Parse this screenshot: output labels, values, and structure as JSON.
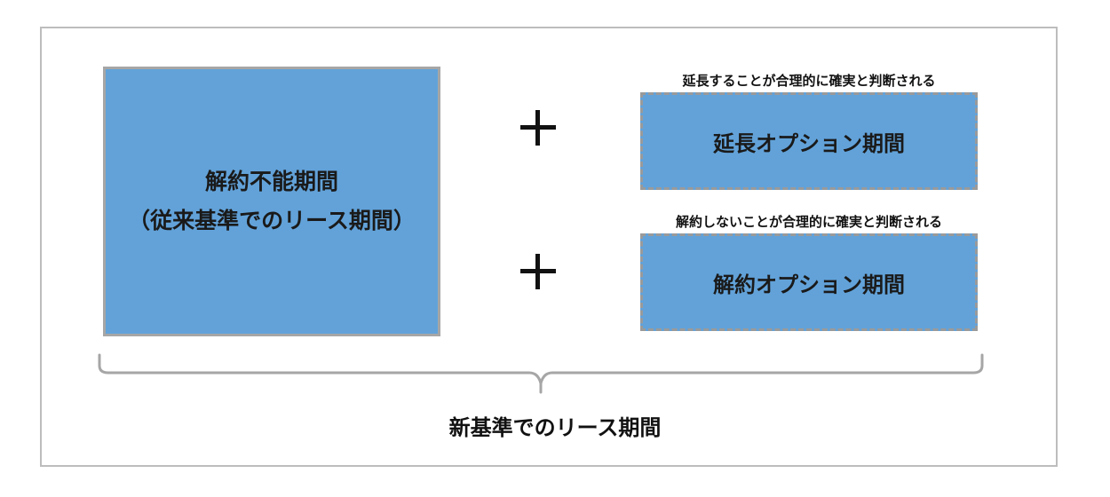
{
  "main_box": {
    "line1": "解約不能期間",
    "line2": "（従来基準でのリース期間）"
  },
  "extension_option": {
    "caption": "延長することが合理的に確実と判断される",
    "label": "延長オプション期間"
  },
  "cancellation_option": {
    "caption": "解約しないことが合理的に確実と判断される",
    "label": "解約オプション期間"
  },
  "total_label": "新基準でのリース期間",
  "colors": {
    "box_fill": "#62a2d9",
    "box_border": "#a6a6a6",
    "frame_border": "#bdbdbd",
    "brace": "#a6a6a6"
  },
  "icons": [
    "plus-icon",
    "plus-icon",
    "curly-brace-icon"
  ]
}
